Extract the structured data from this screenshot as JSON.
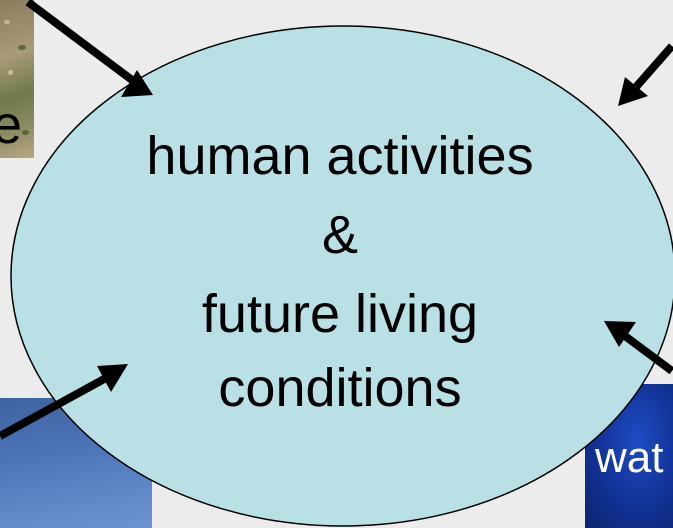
{
  "diagram": {
    "center_lines": [
      "human activities",
      "&",
      "future living",
      "conditions"
    ],
    "edge_labels": {
      "top_left_fragment": "e",
      "bottom_right_fragment": "wat"
    },
    "colors": {
      "background": "#ececec",
      "ellipse_fill": "#b9e0e4",
      "ellipse_stroke": "#000000",
      "arrow": "#000000"
    }
  }
}
